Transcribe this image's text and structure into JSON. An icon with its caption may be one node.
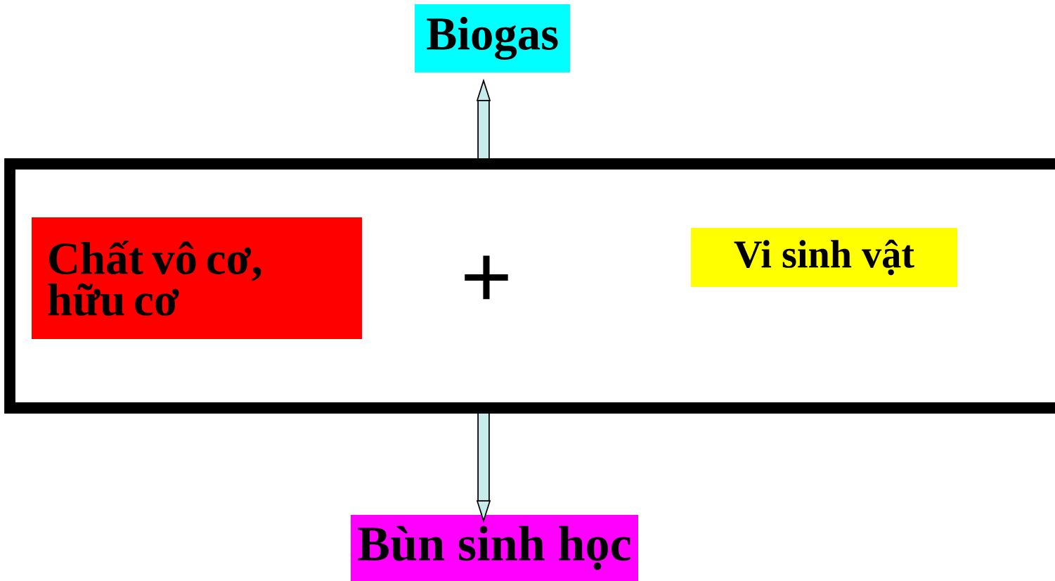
{
  "diagram": {
    "nodes": [
      {
        "text": [],
        "shape": "box"
      },
      {
        "text": [
          "Chất vô cơ, hữu cơ"
        ],
        "in": 0
      },
      {
        "text": [
          "Vi sinh vật"
        ],
        "in": 0
      },
      {
        "text": [
          "Biogas"
        ]
      },
      {
        "text": [
          "Bùn sinh học"
        ]
      }
    ],
    "edges": [
      {
        "from": 0,
        "to": 3,
        "arrow": "to"
      },
      {
        "from": 0,
        "to": 4,
        "arrow": "to"
      }
    ],
    "labels": [
      "+"
    ]
  }
}
